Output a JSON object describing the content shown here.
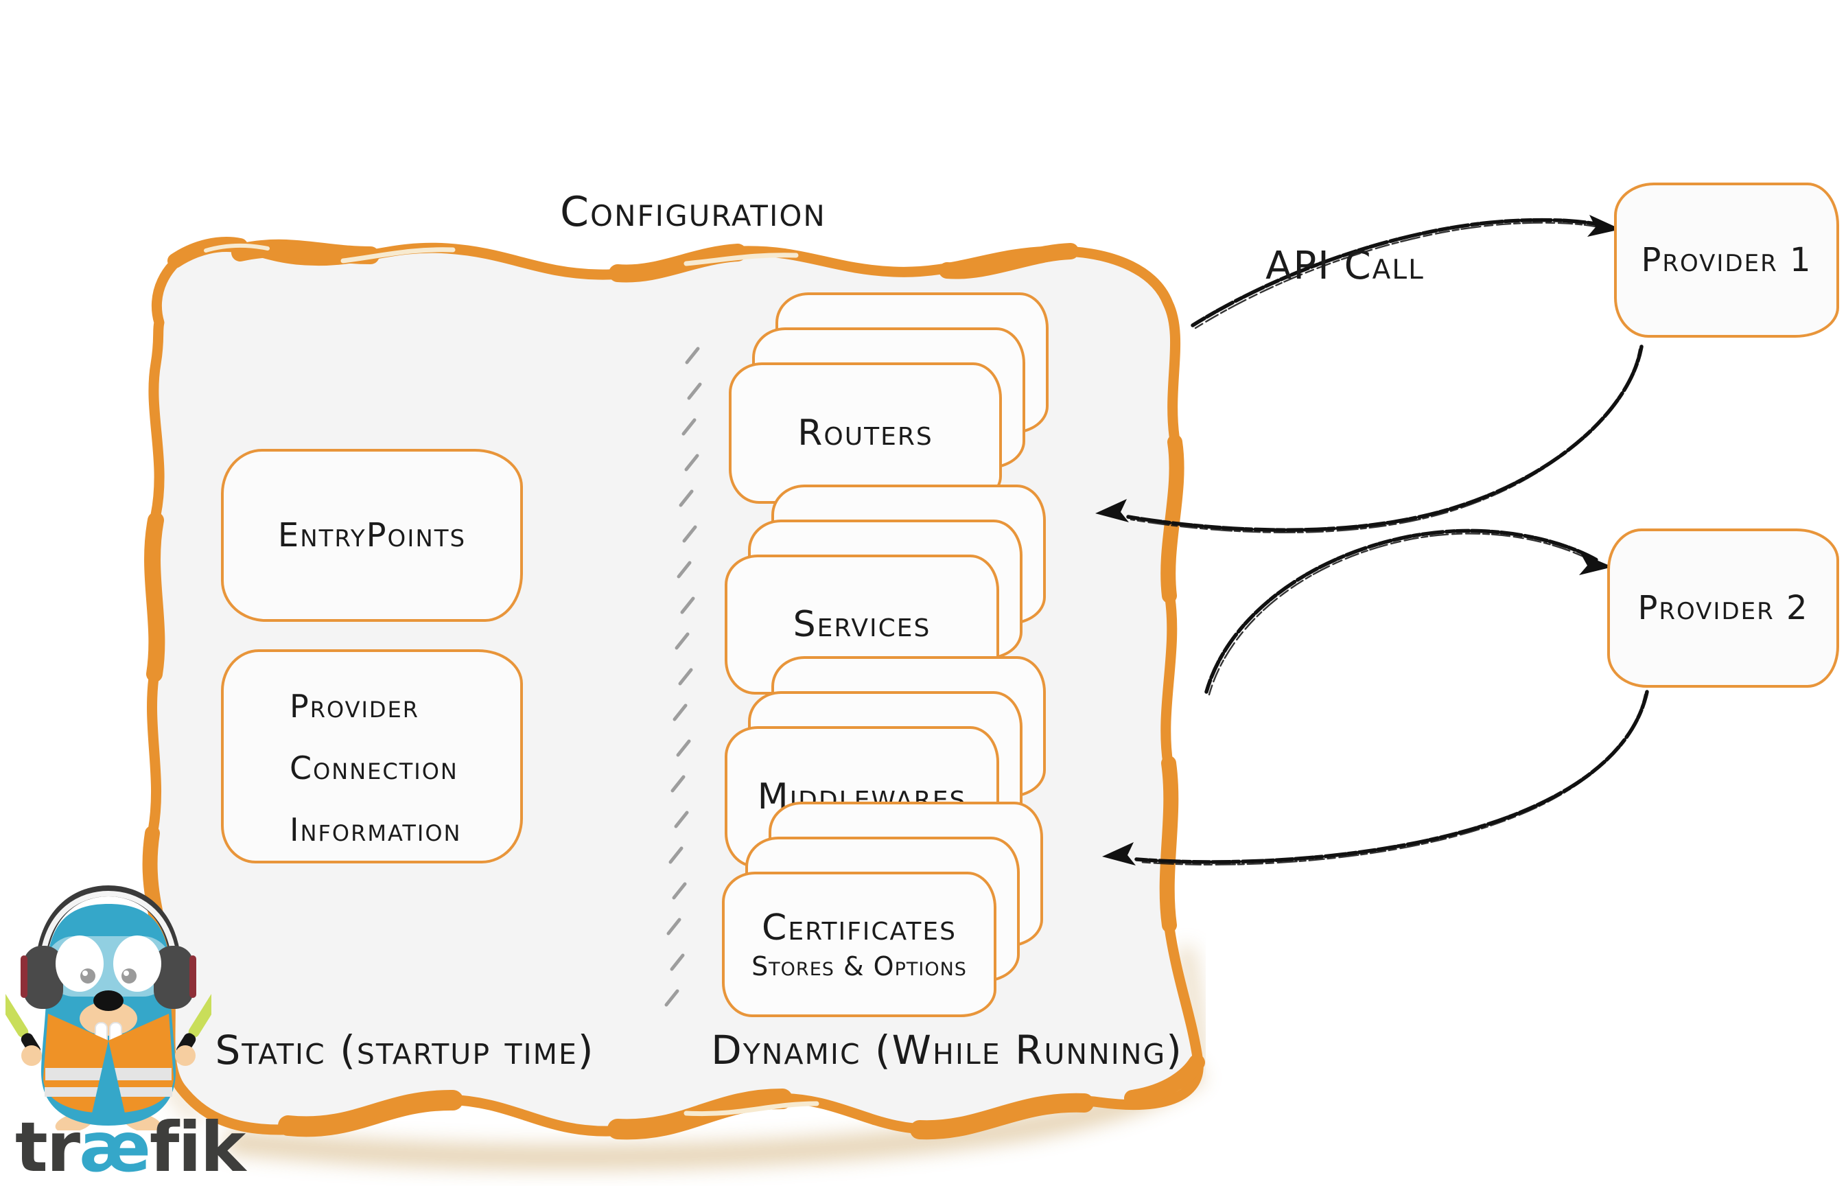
{
  "diagram": {
    "title": "Configuration",
    "api_call_label": "API Call",
    "static_section": {
      "label": "Static (startup time)",
      "entrypoints_label": "EntryPoints",
      "provider_connection_lines": [
        "Provider",
        "Connection",
        "Information"
      ]
    },
    "dynamic_section": {
      "label": "Dynamic (While Running)",
      "routers_label": "Routers",
      "services_label": "Services",
      "middlewares_label": "Middlewares",
      "certificates_label": "Certificates",
      "certificates_sublabel": "Stores & Options"
    },
    "providers": {
      "provider1_label": "Provider 1",
      "provider2_label": "Provider 2"
    },
    "logo": {
      "prefix": "tr",
      "ligature": "æ",
      "suffix": "fik"
    },
    "colors": {
      "border_orange": "#E8922F",
      "card_border_orange": "#E8953A",
      "panel_gray": "#F4F4F4",
      "text_black": "#1B1B1B",
      "divider_gray": "#8F8F8F",
      "logo_teal": "#35A7C9",
      "logo_dark": "#3E3E3C",
      "vest_orange": "#EF9226",
      "mascot_teal": "#35A7C9"
    }
  }
}
